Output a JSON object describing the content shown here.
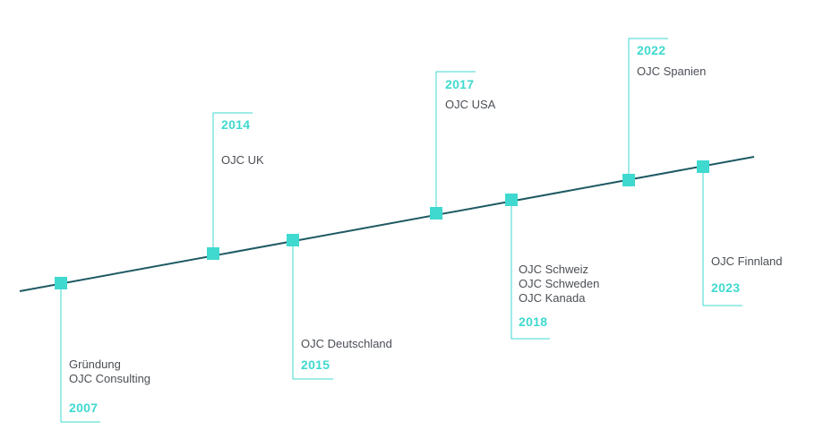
{
  "colors": {
    "line": "#1e5a63",
    "accent": "#3fd9cf",
    "text": "#4b4f55"
  },
  "events": [
    {
      "year": "2007",
      "lines": [
        "Gründung",
        "OJC Consulting"
      ]
    },
    {
      "year": "2014",
      "lines": [
        "OJC UK"
      ]
    },
    {
      "year": "2015",
      "lines": [
        "OJC Deutschland"
      ]
    },
    {
      "year": "2017",
      "lines": [
        "OJC USA"
      ]
    },
    {
      "year": "2018",
      "lines": [
        "OJC Schweiz",
        "OJC Schweden",
        "OJC Kanada"
      ]
    },
    {
      "year": "2022",
      "lines": [
        "OJC Spanien"
      ]
    },
    {
      "year": "2023",
      "lines": [
        "OJC Finnland"
      ]
    }
  ]
}
